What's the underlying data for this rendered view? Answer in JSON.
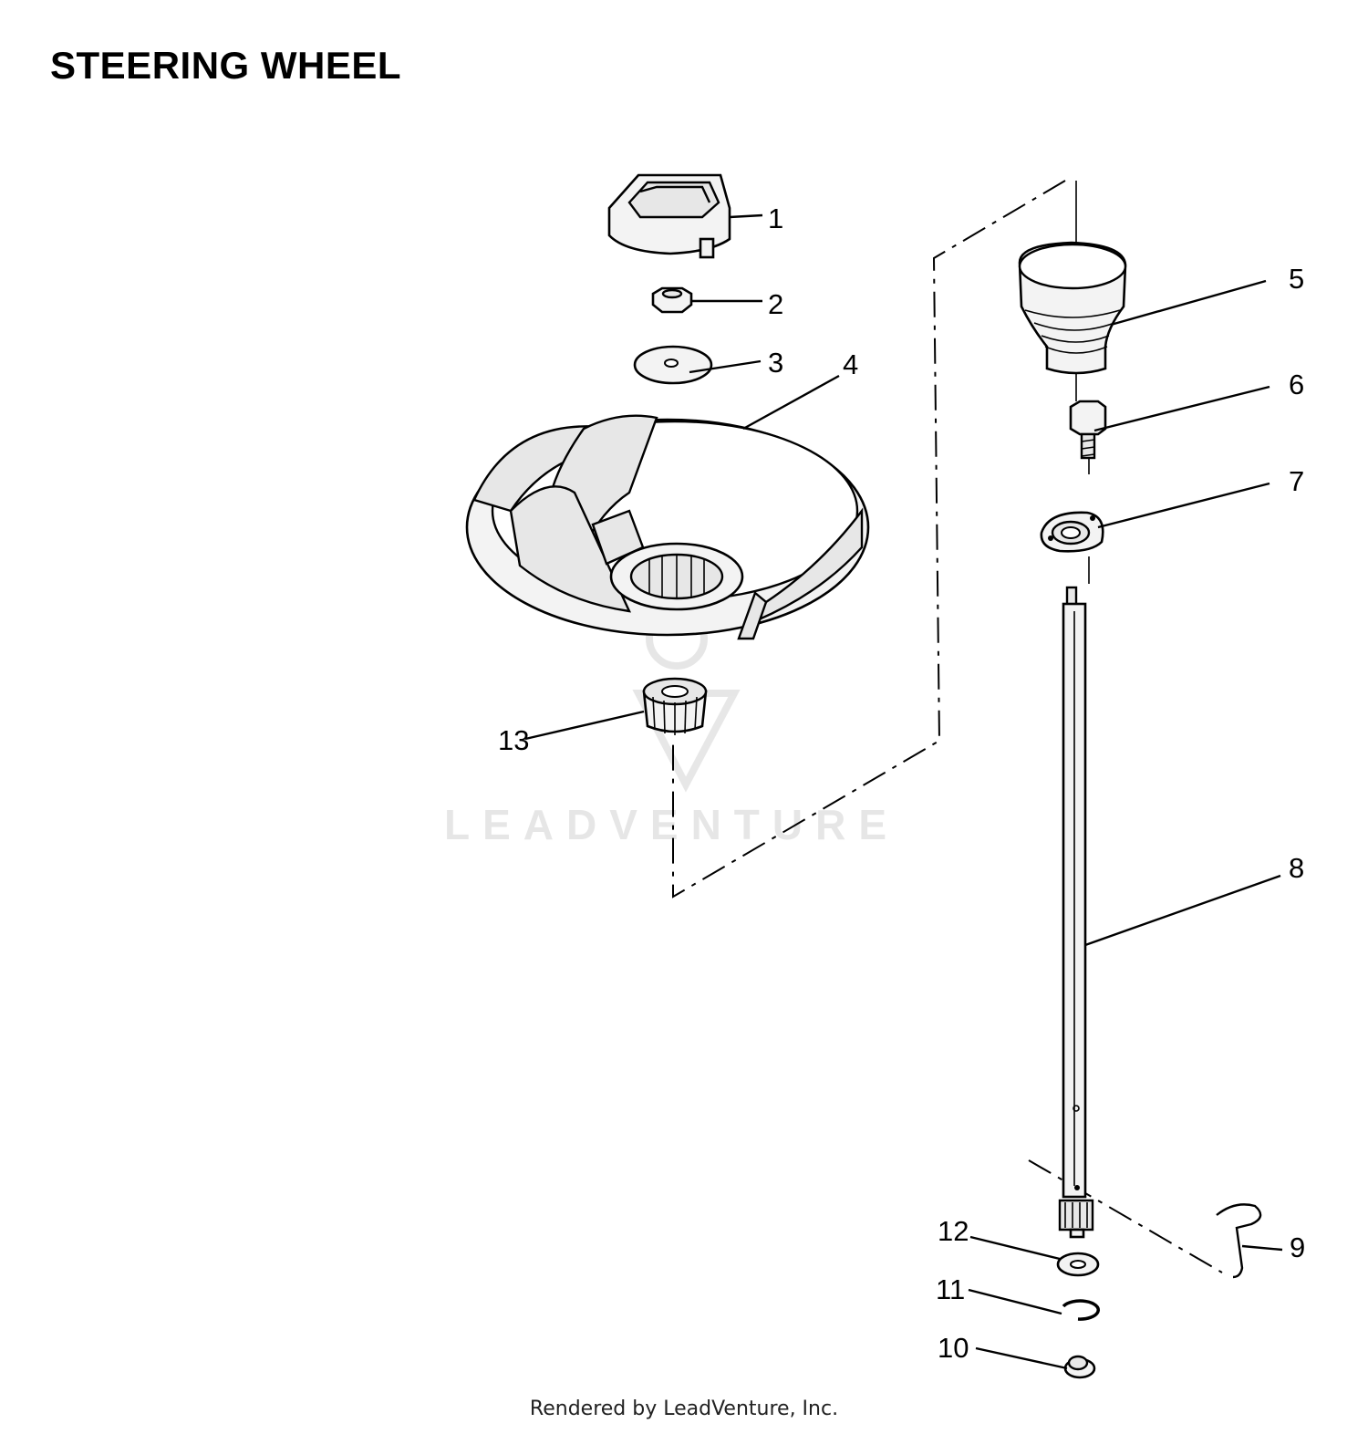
{
  "title": "STEERING WHEEL",
  "footer": "Rendered by LeadVenture, Inc.",
  "watermark": "LEADVENTURE",
  "callouts": [
    {
      "id": "1",
      "label": "1"
    },
    {
      "id": "2",
      "label": "2"
    },
    {
      "id": "3",
      "label": "3"
    },
    {
      "id": "4",
      "label": "4"
    },
    {
      "id": "5",
      "label": "5"
    },
    {
      "id": "6",
      "label": "6"
    },
    {
      "id": "7",
      "label": "7"
    },
    {
      "id": "8",
      "label": "8"
    },
    {
      "id": "9",
      "label": "9"
    },
    {
      "id": "10",
      "label": "10"
    },
    {
      "id": "11",
      "label": "11"
    },
    {
      "id": "12",
      "label": "12"
    },
    {
      "id": "13",
      "label": "13"
    }
  ]
}
